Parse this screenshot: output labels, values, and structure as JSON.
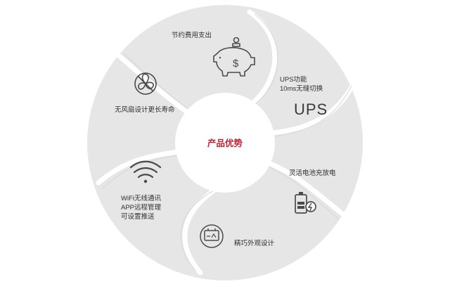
{
  "diagram": {
    "center_label": "产品优势",
    "segments": [
      {
        "id": "cost",
        "icon": "piggy-bank-icon",
        "lines": [
          "节约费用支出"
        ]
      },
      {
        "id": "ups",
        "icon": "ups-icon",
        "icon_text": "UPS",
        "lines": [
          "UPS功能",
          "10ms无缝切换"
        ]
      },
      {
        "id": "power",
        "icon": "battery-charge-icon",
        "lines": [
          "灵活电池充放电"
        ]
      },
      {
        "id": "design",
        "icon": "battery-device-icon",
        "lines": [
          "精巧外观设计"
        ]
      },
      {
        "id": "wifi",
        "icon": "wifi-icon",
        "lines": [
          "WiFi无线通讯",
          "APP远程管理",
          "可设置推送"
        ]
      },
      {
        "id": "fanless",
        "icon": "no-fan-icon",
        "lines": [
          "无风扇设计更长寿命"
        ]
      }
    ],
    "colors": {
      "segment_fill": "#e6e6e6",
      "separator": "#ffffff",
      "icon": "#4a4a4a",
      "center_text": "#c1202f"
    }
  }
}
